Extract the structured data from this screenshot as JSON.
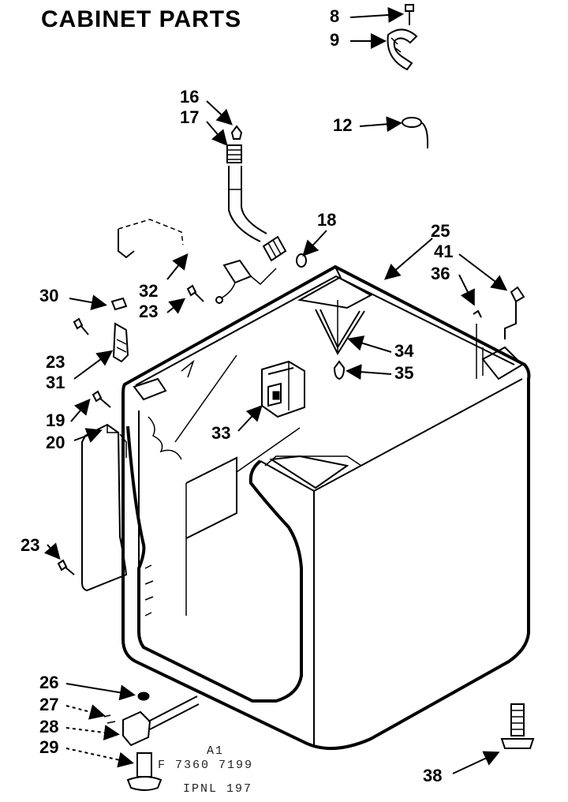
{
  "title": "CABINET PARTS",
  "callouts": [
    {
      "id": "c8",
      "text": "8"
    },
    {
      "id": "c9",
      "text": "9"
    },
    {
      "id": "c12",
      "text": "12"
    },
    {
      "id": "c16",
      "text": "16"
    },
    {
      "id": "c17",
      "text": "17"
    },
    {
      "id": "c18",
      "text": "18"
    },
    {
      "id": "c25",
      "text": "25"
    },
    {
      "id": "c41",
      "text": "41"
    },
    {
      "id": "c36",
      "text": "36"
    },
    {
      "id": "c30",
      "text": "30"
    },
    {
      "id": "c32",
      "text": "32"
    },
    {
      "id": "c23a",
      "text": "23"
    },
    {
      "id": "c23b",
      "text": "23"
    },
    {
      "id": "c31",
      "text": "31"
    },
    {
      "id": "c34",
      "text": "34"
    },
    {
      "id": "c35",
      "text": "35"
    },
    {
      "id": "c19",
      "text": "19"
    },
    {
      "id": "c20",
      "text": "20"
    },
    {
      "id": "c33",
      "text": "33"
    },
    {
      "id": "c23c",
      "text": "23"
    },
    {
      "id": "c26",
      "text": "26"
    },
    {
      "id": "c27",
      "text": "27"
    },
    {
      "id": "c28",
      "text": "28"
    },
    {
      "id": "c29",
      "text": "29"
    },
    {
      "id": "c38",
      "text": "38"
    }
  ],
  "stamp": {
    "line1": "A1",
    "line2": "F 7360 7199",
    "line3": "IPNL 197"
  }
}
